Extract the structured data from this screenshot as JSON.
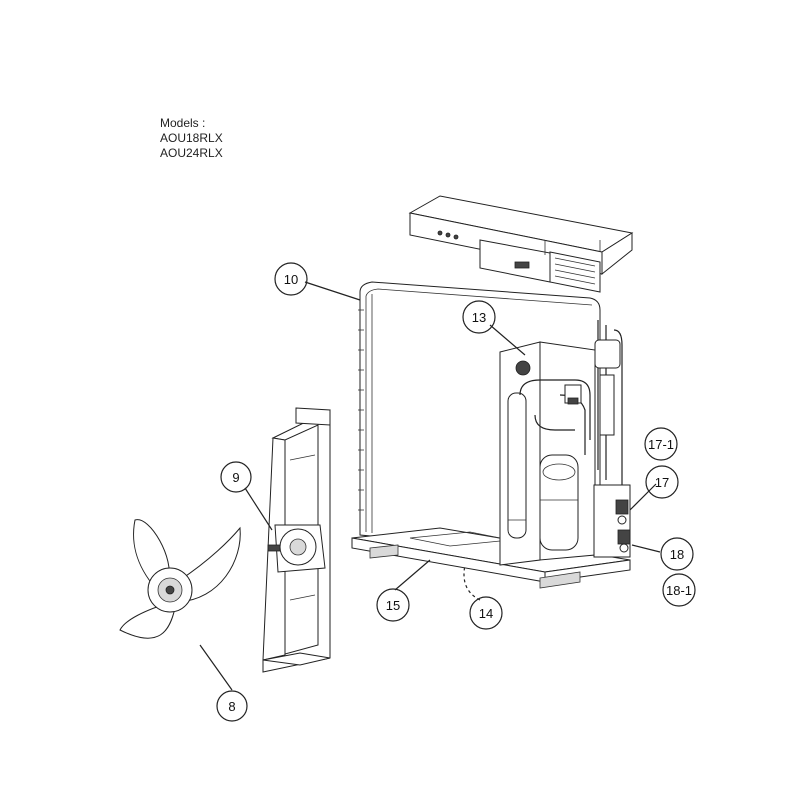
{
  "header": {
    "models_label": "Models :",
    "models": [
      "AOU18RLX",
      "AOU24RLX"
    ]
  },
  "callouts": {
    "c8": "8",
    "c9": "9",
    "c10": "10",
    "c13": "13",
    "c14": "14",
    "c15": "15",
    "c17": "17",
    "c17_1": "17-1",
    "c18": "18",
    "c18_1": "18-1"
  }
}
